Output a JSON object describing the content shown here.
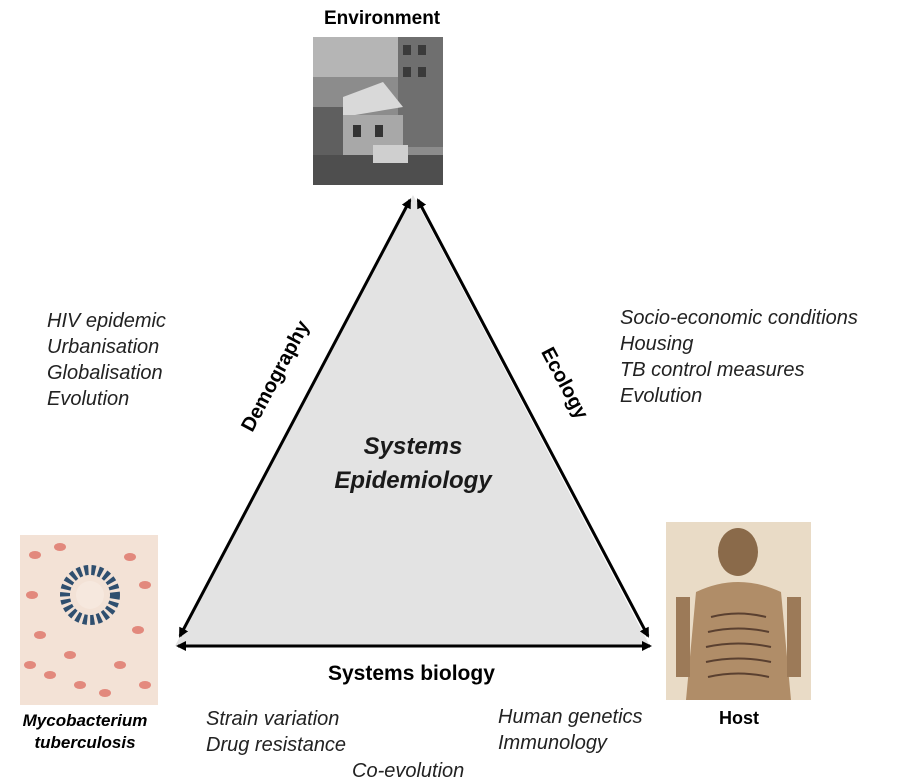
{
  "nodes": {
    "environment": {
      "label": "Environment"
    },
    "pathogen": {
      "label_line1": "Mycobacterium",
      "label_line2": "tuberculosis"
    },
    "host": {
      "label": "Host"
    }
  },
  "center": {
    "line1": "Systems",
    "line2": "Epidemiology"
  },
  "edges": {
    "left": "Demography",
    "right": "Ecology",
    "bottom": "Systems biology"
  },
  "factors": {
    "left": [
      "HIV epidemic",
      "Urbanisation",
      "Globalisation",
      "Evolution"
    ],
    "right": [
      "Socio-economic conditions",
      "Housing",
      "TB control measures",
      "Evolution"
    ],
    "bottom_left": [
      "Strain variation",
      "Drug resistance"
    ],
    "bottom_right": [
      "Human genetics",
      "Immunology"
    ],
    "bottom_center": "Co-evolution"
  },
  "colors": {
    "triangle_fill": "#e3e3e3",
    "arrow": "#000000",
    "factor_text": "#222222"
  }
}
